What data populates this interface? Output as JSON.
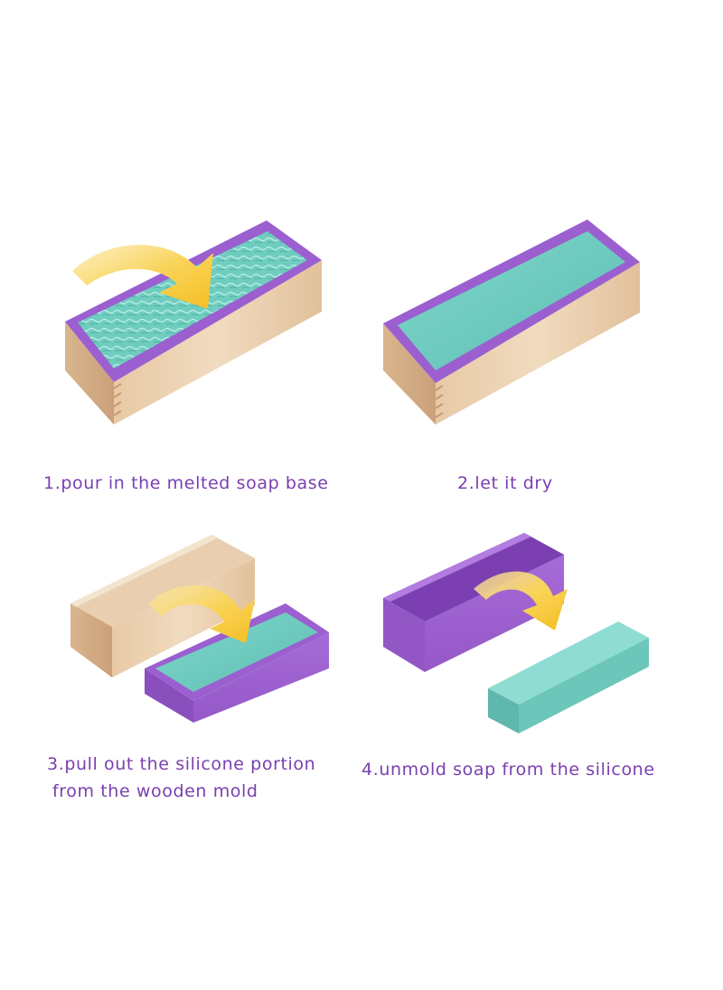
{
  "steps": [
    {
      "caption": "1.pour in the melted soap base"
    },
    {
      "caption": "2.let it dry"
    },
    {
      "caption_line1": "3.pull out the silicone portion",
      "caption_line2": "from the wooden mold"
    },
    {
      "caption": "4.unmold soap from the silicone"
    }
  ],
  "colors": {
    "caption_text": "#7a3fb0",
    "silicone_purple": "#9b5fd0",
    "soap_teal": "#73cfc4",
    "wood": "#ecd2b2",
    "arrow_yellow": "#f7c63a"
  },
  "icons": [
    "wooden-mold",
    "silicone-liner",
    "soap-bar",
    "curved-arrow-icon"
  ]
}
